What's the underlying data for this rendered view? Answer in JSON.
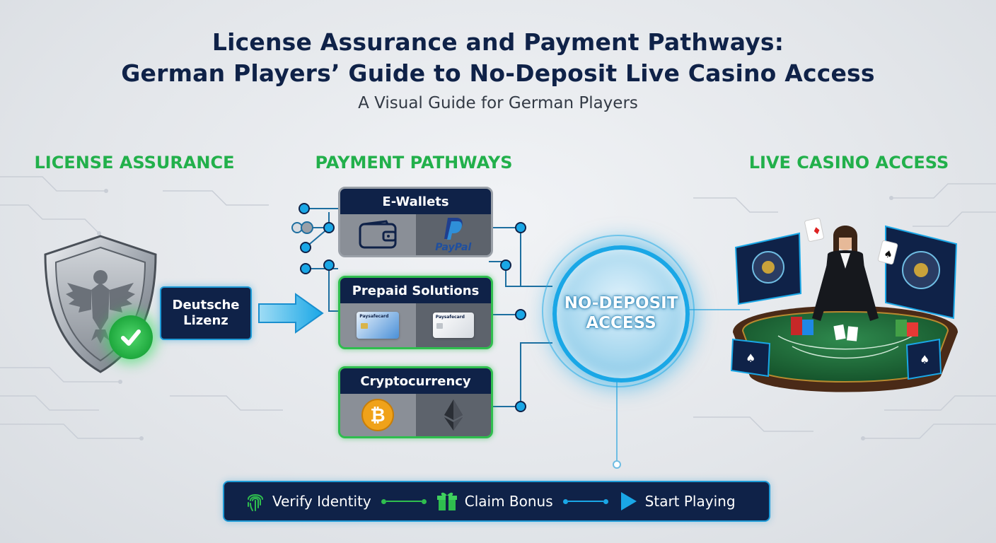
{
  "title_line1": "License Assurance and Payment Pathways:",
  "title_line2": "German Players’ Guide to No-Deposit Live Casino Access",
  "subtitle": "A Visual Guide for German Players",
  "sections": {
    "license": "LICENSE ASSURANCE",
    "payment": "PAYMENT PATHWAYS",
    "live": "LIVE CASINO ACCESS"
  },
  "license_badge": {
    "line1": "Deutsche",
    "line2": "Lizenz"
  },
  "payment_methods": [
    {
      "name": "E-Wallets",
      "left_icon": "wallet-icon",
      "right_label": "PayPal",
      "right_icon": "paypal-logo-icon"
    },
    {
      "name": "Prepaid Solutions",
      "left_icon": "paysafecard-card-icon",
      "right_icon": "paysafecard-card-icon",
      "card_label": "Paysafecard"
    },
    {
      "name": "Cryptocurrency",
      "left_icon": "bitcoin-icon",
      "right_icon": "ethereum-icon"
    }
  ],
  "hub": {
    "line1": "NO-DEPOSIT",
    "line2": "ACCESS"
  },
  "steps": [
    {
      "label": "Verify Identity",
      "icon": "fingerprint-icon"
    },
    {
      "label": "Claim Bonus",
      "icon": "gift-icon"
    },
    {
      "label": "Start Playing",
      "icon": "play-icon"
    }
  ],
  "colors": {
    "navy": "#0f2248",
    "green": "#22b04b",
    "cyan": "#1aa7e6",
    "gold": "#f0a21a"
  }
}
